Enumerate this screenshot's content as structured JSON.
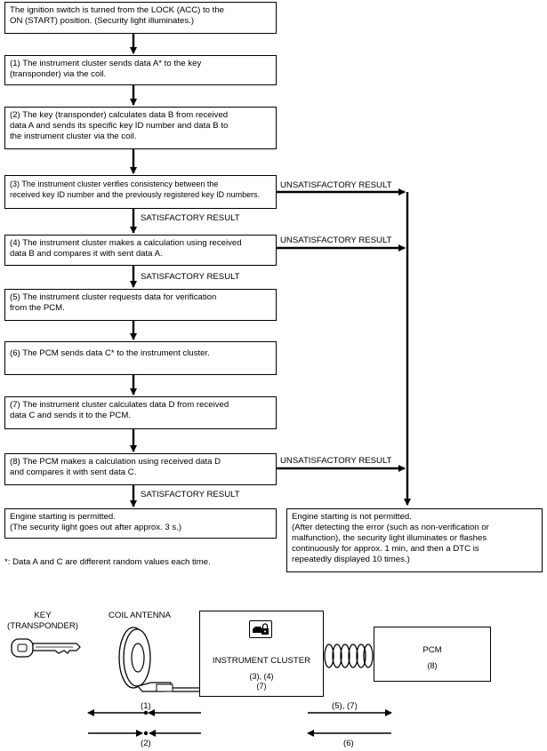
{
  "steps": {
    "start": [
      "The ignition switch is turned from the LOCK (ACC) to the",
      "ON (START) position. (Security light illuminates.)"
    ],
    "s1": [
      "(1) The instrument cluster sends data A* to the key",
      "(transponder) via the coil."
    ],
    "s2": [
      "(2) The key (transponder) calculates data B from received",
      "data A and sends its specific key ID number and data B to",
      "the instrument cluster via the coil."
    ],
    "s3": [
      "(3) The instrument cluster verifies consistency between the",
      "received key ID number and the previously registered key ID numbers."
    ],
    "s4": [
      "(4) The instrument cluster makes a calculation using received",
      "data B and compares it with sent data A."
    ],
    "s5": [
      "(5) The instrument cluster requests data for verification",
      "from the PCM."
    ],
    "s6": [
      "(6) The PCM sends data C* to the instrument cluster."
    ],
    "s7": [
      "(7) The instrument cluster calculates data D from received",
      "data C and sends it to the PCM."
    ],
    "s8": [
      "(8) The PCM makes a calculation using received data D",
      "and compares it with sent data C."
    ],
    "permitted": [
      "Engine starting is permitted.",
      "(The security light goes out after approx. 3 s.)"
    ],
    "not_permitted": [
      "Engine starting is not permitted.",
      "(After detecting the error (such as non-verification or",
      "malfunction), the security light illuminates or flashes",
      "continuously for approx. 1 min, and then a DTC is",
      "repeatedly displayed 10 times.)"
    ]
  },
  "labels": {
    "unsatisfactory": "UNSATISFACTORY RESULT",
    "satisfactory": "SATISFACTORY RESULT"
  },
  "footnote": "*: Data A and C are different random values each time.",
  "components": {
    "key": [
      "KEY",
      "(TRANSPONDER)"
    ],
    "coil_antenna": "COIL ANTENNA",
    "cluster": "INSTRUMENT CLUSTER",
    "cluster_steps": [
      "(3), (4)",
      "(7)"
    ],
    "pcm": "PCM",
    "pcm_steps": "(8)"
  },
  "signals": {
    "s1": "(1)",
    "s2": "(2)",
    "s57": "(5), (7)",
    "s6": "(6)"
  },
  "icons": [
    "key-icon",
    "coil-antenna-icon",
    "lock-car-icon",
    "arrow-icon"
  ]
}
